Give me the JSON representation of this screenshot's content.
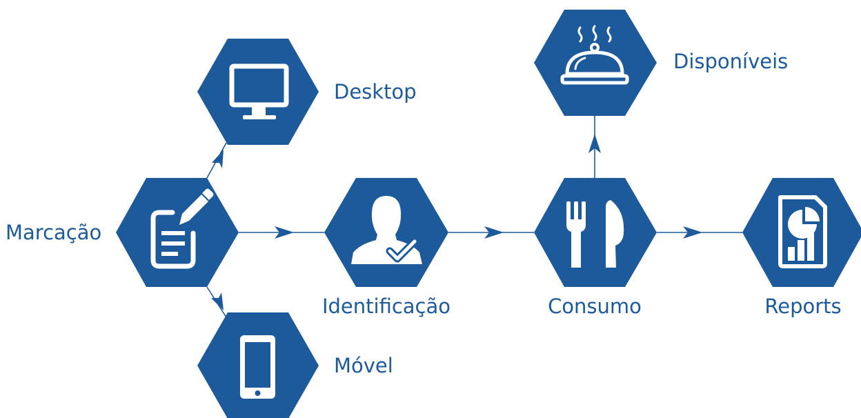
{
  "colors": {
    "primary": "#1d5a9c",
    "icon": "#ffffff",
    "background": "#ffffff"
  },
  "nodes": {
    "marcacao": {
      "label": "Marcação",
      "icon": "form-edit-icon"
    },
    "desktop": {
      "label": "Desktop",
      "icon": "monitor-icon"
    },
    "movel": {
      "label": "Móvel",
      "icon": "smartphone-icon"
    },
    "identificacao": {
      "label": "Identificação",
      "icon": "user-check-icon"
    },
    "consumo": {
      "label": "Consumo",
      "icon": "fork-knife-icon"
    },
    "disponiveis": {
      "label": "Disponíveis",
      "icon": "cloche-icon"
    },
    "reports": {
      "label": "Reports",
      "icon": "report-chart-icon"
    }
  },
  "edges": [
    {
      "from": "marcacao",
      "to": "desktop"
    },
    {
      "from": "marcacao",
      "to": "movel"
    },
    {
      "from": "marcacao",
      "to": "identificacao"
    },
    {
      "from": "identificacao",
      "to": "consumo"
    },
    {
      "from": "consumo",
      "to": "disponiveis"
    },
    {
      "from": "consumo",
      "to": "reports"
    }
  ]
}
